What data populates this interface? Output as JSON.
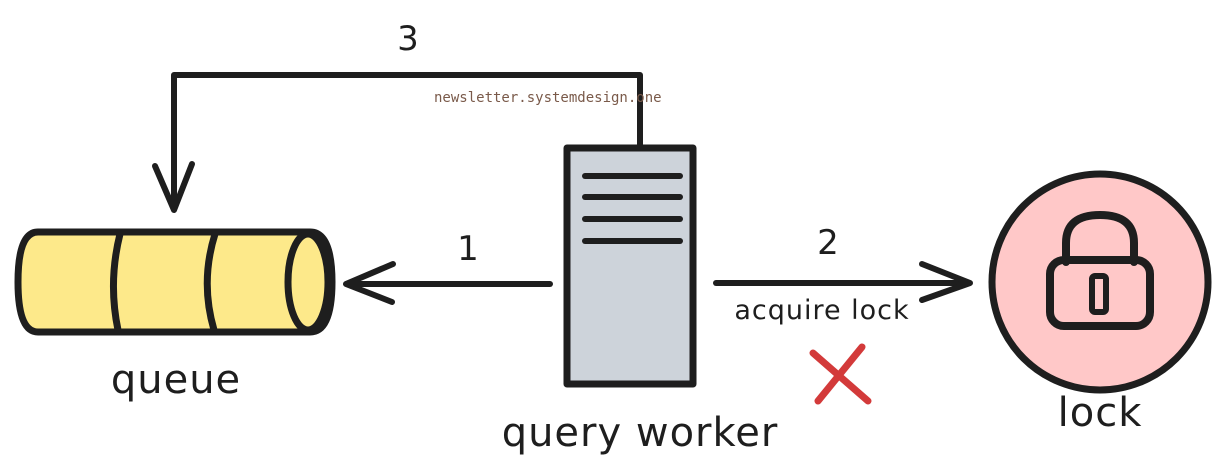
{
  "watermark": "newsletter.systemdesign.one",
  "nodes": {
    "queue": {
      "label": "queue",
      "fill": "#fde98a"
    },
    "worker": {
      "label": "query worker",
      "fill": "#cdd3da"
    },
    "lock": {
      "label": "lock",
      "fill": "#ffc8c8"
    }
  },
  "edges": {
    "to_queue": {
      "label": "1"
    },
    "acquire_lock": {
      "label": "2",
      "sublabel": "acquire lock"
    },
    "requeue": {
      "label": "3"
    }
  },
  "fail_mark": {
    "icon": "red-x-icon",
    "color": "#d33a3a"
  },
  "colors": {
    "stroke": "#1e1e1e"
  }
}
